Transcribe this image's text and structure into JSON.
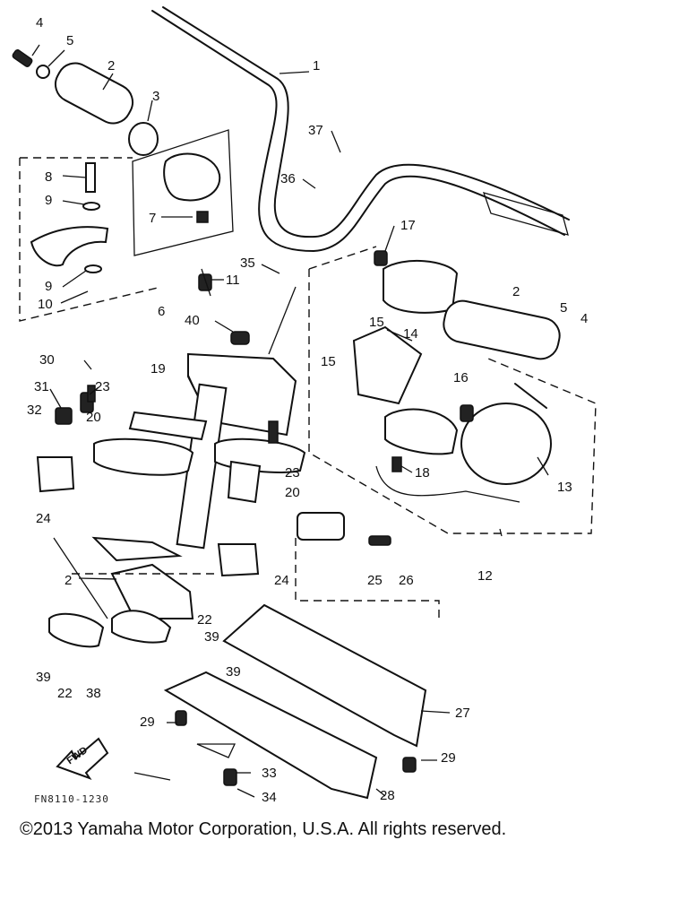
{
  "labels": {
    "p1": "1",
    "p2a": "2",
    "p2b": "2",
    "p2c": "2",
    "p3": "3",
    "p4a": "4",
    "p4b": "4",
    "p5a": "5",
    "p5b": "5",
    "p6": "6",
    "p7": "7",
    "p8": "8",
    "p9a": "9",
    "p9b": "9",
    "p10": "10",
    "p11": "11",
    "p12": "12",
    "p13": "13",
    "p14": "14",
    "p15a": "15",
    "p15b": "15",
    "p16": "16",
    "p17": "17",
    "p18": "18",
    "p19": "19",
    "p20a": "20",
    "p20b": "20",
    "p22a": "22",
    "p22b": "22",
    "p23a": "23",
    "p23b": "23",
    "p24a": "24",
    "p24b": "24",
    "p25": "25",
    "p26": "26",
    "p27": "27",
    "p28": "28",
    "p29a": "29",
    "p29b": "29",
    "p30": "30",
    "p31": "31",
    "p32": "32",
    "p33": "33",
    "p34": "34",
    "p35": "35",
    "p36": "36",
    "p37": "37",
    "p38": "38",
    "p39a": "39",
    "p39b": "39",
    "p39c": "39",
    "p40": "40"
  },
  "fwd_label": "FWD",
  "diagram_code": "FN8110-1230",
  "copyright": "©2013 Yamaha Motor Corporation, U.S.A. All rights reserved."
}
